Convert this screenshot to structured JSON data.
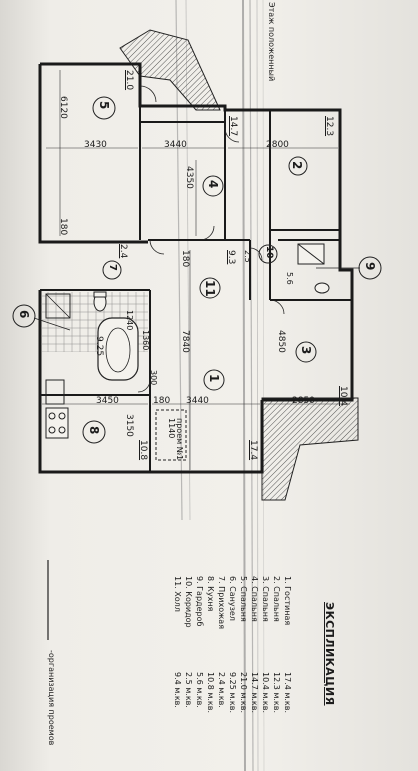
{
  "header_note": "Этаж положенный",
  "rooms": [
    {
      "num": "1",
      "area": "17.4"
    },
    {
      "num": "2",
      "area": "12.3"
    },
    {
      "num": "3",
      "area": "10.4"
    },
    {
      "num": "4",
      "area": "14.7"
    },
    {
      "num": "5",
      "area": "21.0"
    },
    {
      "num": "6",
      "area": "9.25"
    },
    {
      "num": "7",
      "area": "2.4"
    },
    {
      "num": "8",
      "area": "10.8"
    },
    {
      "num": "9",
      "area": "5.6"
    },
    {
      "num": "10",
      "area": "2.5"
    },
    {
      "num": "11",
      "area": "9.3"
    }
  ],
  "dimensions": {
    "d6120": "6120",
    "d3430": "3430",
    "d3440a": "3440",
    "d2800": "2800",
    "d4350": "4350",
    "d180a": "180",
    "d180b": "180",
    "d7840": "7840",
    "d3450": "3450",
    "d180c": "180",
    "d3440b": "3440",
    "d2850": "2850",
    "d3150": "3150",
    "d4850": "4850",
    "d1240": "1240",
    "d1360": "1360",
    "d1140": "1140",
    "d300": "300"
  },
  "labels": {
    "stair_note": "проем №1"
  },
  "legend": {
    "title": "ЭКСПЛИКАЦИЯ",
    "items": [
      {
        "name": "1. Гостиная",
        "value": "17.4 м.кв."
      },
      {
        "name": "2. Спальня",
        "value": "12.3 м.кв."
      },
      {
        "name": "3. Спальня",
        "value": "10.4 м.кв."
      },
      {
        "name": "4. Спальня",
        "value": "14.7 м.кв."
      },
      {
        "name": "5. Спальня",
        "value": "21.0 м.кв."
      },
      {
        "name": "6. Санузел",
        "value": "9.25 м.кв."
      },
      {
        "name": "7. Прихожая",
        "value": "2.4 м.кв."
      },
      {
        "name": "8. Кухня",
        "value": "10.8 м.кв."
      },
      {
        "name": "9. Гардероб",
        "value": "5.6 м.кв."
      },
      {
        "name": "10. Коридор",
        "value": "2.5 м.кв."
      },
      {
        "name": "11. Холл",
        "value": "9.4 м.кв."
      }
    ],
    "note": "-организация проемов"
  }
}
